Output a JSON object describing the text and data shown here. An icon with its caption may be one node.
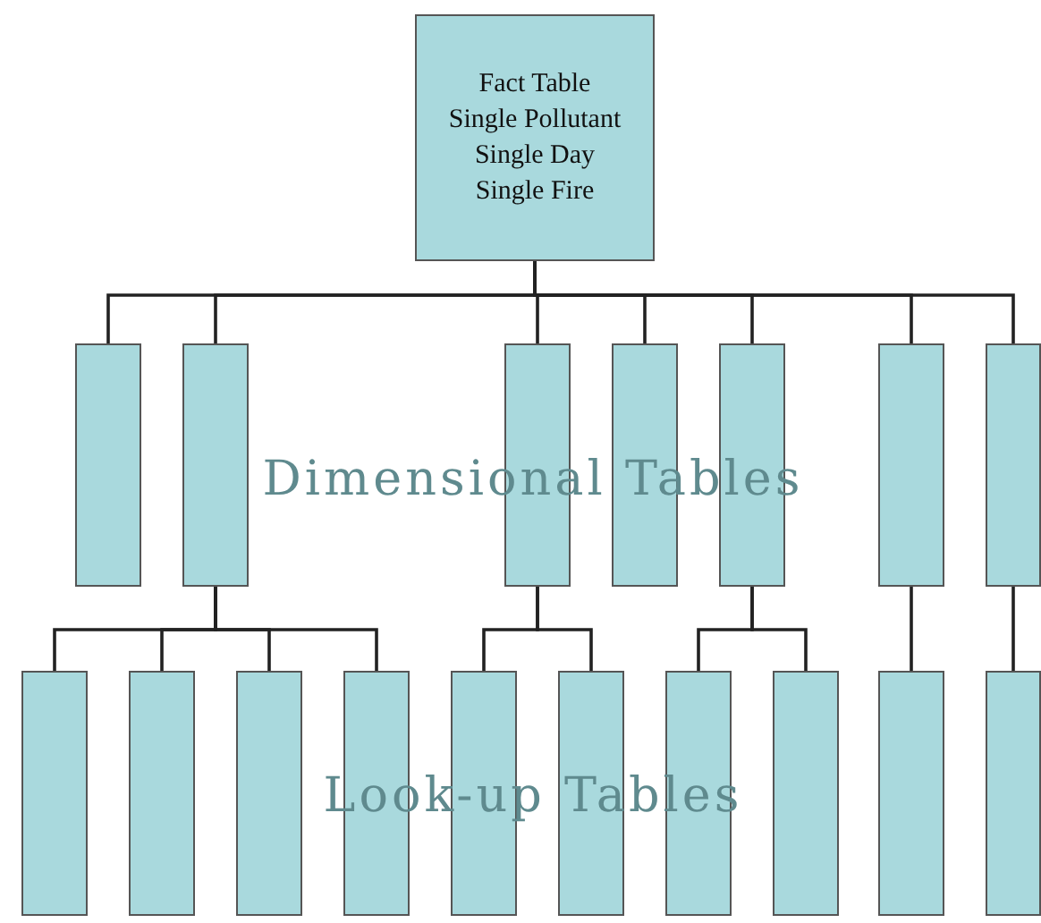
{
  "diagram": {
    "nodes": [
      {
        "text": [
          "Fact Table",
          "Single Pollutant",
          "Single Day",
          "Single Fire"
        ]
      },
      {
        "text": [],
        "shape": "box"
      },
      {
        "text": [],
        "shape": "box"
      },
      {
        "text": [],
        "shape": "box"
      },
      {
        "text": [],
        "shape": "box"
      },
      {
        "text": [],
        "shape": "box"
      },
      {
        "text": [],
        "shape": "box"
      },
      {
        "text": [],
        "shape": "box"
      },
      {
        "text": [],
        "shape": "box"
      },
      {
        "text": [],
        "shape": "box"
      },
      {
        "text": [],
        "shape": "box"
      },
      {
        "text": [],
        "shape": "box"
      },
      {
        "text": [],
        "shape": "box"
      },
      {
        "text": [],
        "shape": "box"
      },
      {
        "text": [],
        "shape": "box"
      },
      {
        "text": [],
        "shape": "box"
      },
      {
        "text": [],
        "shape": "box"
      },
      {
        "text": [],
        "shape": "box"
      }
    ],
    "edges": [
      {
        "from": 0,
        "to": 1,
        "arrow": "none"
      },
      {
        "from": 0,
        "to": 2,
        "arrow": "none"
      },
      {
        "from": 0,
        "to": 3,
        "arrow": "none"
      },
      {
        "from": 0,
        "to": 4,
        "arrow": "none"
      },
      {
        "from": 0,
        "to": 5,
        "arrow": "none"
      },
      {
        "from": 0,
        "to": 6,
        "arrow": "none"
      },
      {
        "from": 0,
        "to": 7,
        "arrow": "none"
      },
      {
        "from": 2,
        "to": 8,
        "arrow": "none"
      },
      {
        "from": 2,
        "to": 9,
        "arrow": "none"
      },
      {
        "from": 2,
        "to": 10,
        "arrow": "none"
      },
      {
        "from": 2,
        "to": 11,
        "arrow": "none"
      },
      {
        "from": 3,
        "to": 12,
        "arrow": "none"
      },
      {
        "from": 3,
        "to": 13,
        "arrow": "none"
      },
      {
        "from": 5,
        "to": 14,
        "arrow": "none"
      },
      {
        "from": 5,
        "to": 15,
        "arrow": "none"
      },
      {
        "from": 6,
        "to": 16,
        "arrow": "none"
      },
      {
        "from": 7,
        "to": 17,
        "arrow": "none"
      }
    ],
    "labels": [
      "Dimensional Tables",
      "Look-up Tables"
    ]
  }
}
